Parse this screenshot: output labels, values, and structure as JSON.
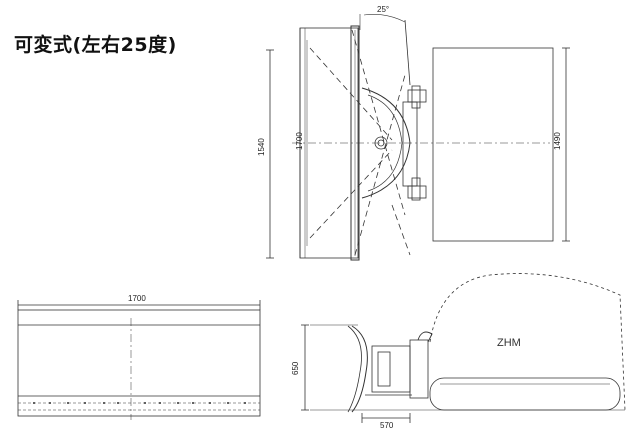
{
  "title": "可変式(左右25度)",
  "labels": {
    "angle": "25°",
    "blade_width_top": "1700",
    "overall_width": "1540",
    "width_1490": "1490",
    "front_width": "1700",
    "height_650": "650",
    "length_570": "570",
    "machine": "ZHM"
  }
}
